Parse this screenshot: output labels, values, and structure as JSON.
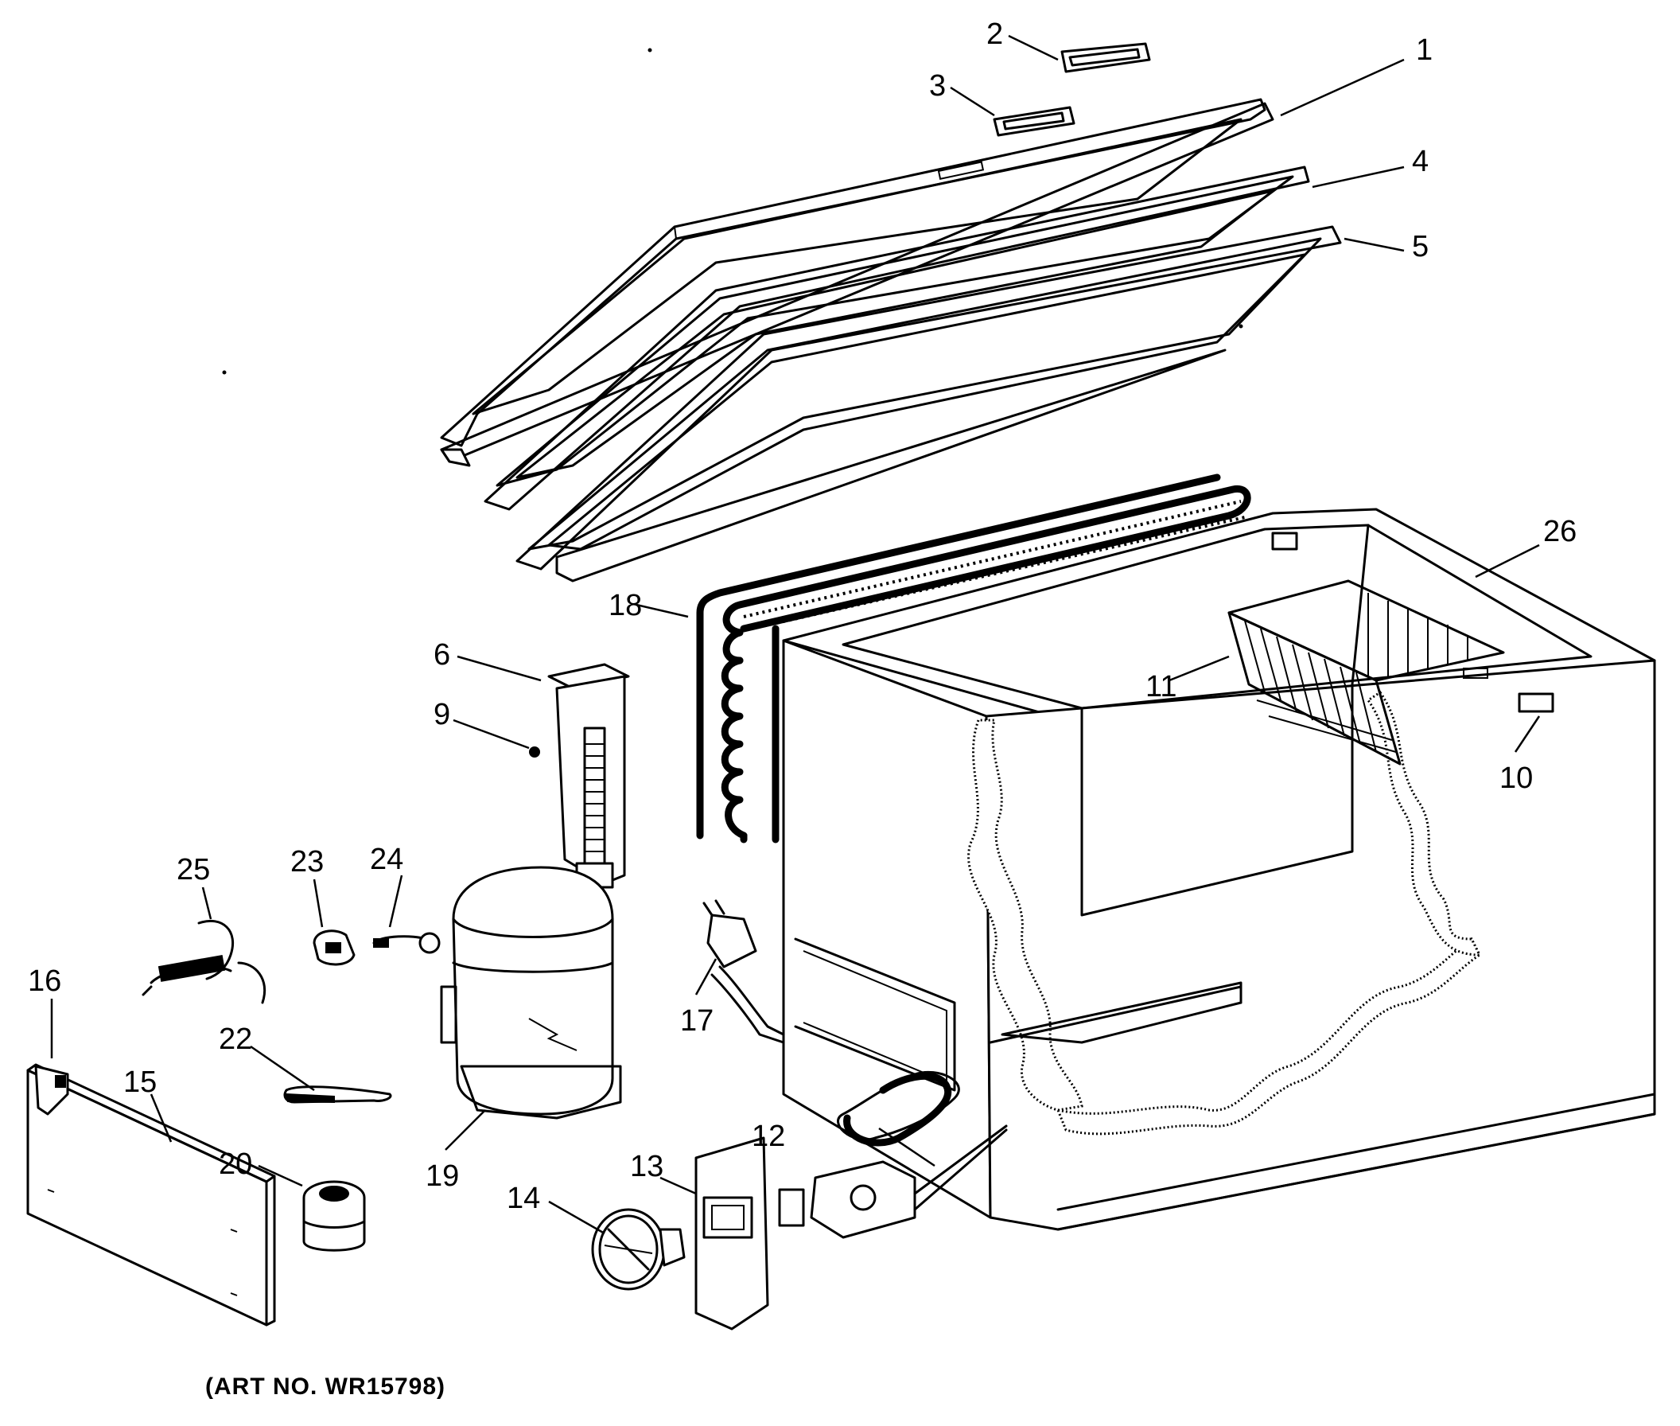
{
  "diagram": {
    "caption": "(ART NO. WR15798)",
    "callouts": [
      {
        "id": "c1",
        "label": "1"
      },
      {
        "id": "c2",
        "label": "2"
      },
      {
        "id": "c3",
        "label": "3"
      },
      {
        "id": "c4",
        "label": "4"
      },
      {
        "id": "c5",
        "label": "5"
      },
      {
        "id": "c6",
        "label": "6"
      },
      {
        "id": "c9",
        "label": "9"
      },
      {
        "id": "c10",
        "label": "10"
      },
      {
        "id": "c11",
        "label": "11"
      },
      {
        "id": "c12",
        "label": "12"
      },
      {
        "id": "c13",
        "label": "13"
      },
      {
        "id": "c14",
        "label": "14"
      },
      {
        "id": "c15",
        "label": "15"
      },
      {
        "id": "c16",
        "label": "16"
      },
      {
        "id": "c17",
        "label": "17"
      },
      {
        "id": "c18",
        "label": "18"
      },
      {
        "id": "c19",
        "label": "19"
      },
      {
        "id": "c20",
        "label": "20"
      },
      {
        "id": "c22",
        "label": "22"
      },
      {
        "id": "c23",
        "label": "23"
      },
      {
        "id": "c24",
        "label": "24"
      },
      {
        "id": "c25",
        "label": "25"
      },
      {
        "id": "c26",
        "label": "26"
      }
    ]
  }
}
